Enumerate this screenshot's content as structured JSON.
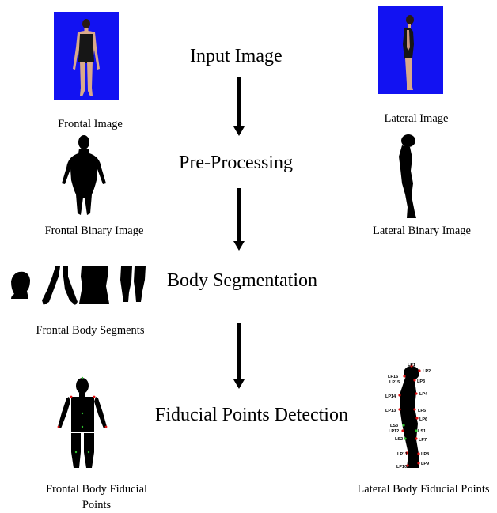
{
  "stages": [
    {
      "title": "Input Image"
    },
    {
      "title": "Pre-Processing"
    },
    {
      "title": "Body Segmentation"
    },
    {
      "title": "Fiducial Points Detection"
    }
  ],
  "captions": {
    "frontal_image": "Frontal Image",
    "lateral_image": "Lateral Image",
    "frontal_binary": "Frontal Binary Image",
    "lateral_binary": "Lateral Binary Image",
    "frontal_segments": "Frontal Body Segments",
    "frontal_fiducial": "Frontal Body Fiducial Points",
    "lateral_fiducial": "Lateral Body Fiducial Points"
  },
  "lateral_point_labels": [
    "LP1",
    "LP2",
    "LP16",
    "LP15",
    "LP3",
    "LP14",
    "LP4",
    "LP13",
    "LP5",
    "LP6",
    "LS3",
    "LP12",
    "LS1",
    "LS2",
    "LP7",
    "LP11",
    "LP8",
    "LP10",
    "LP9"
  ],
  "colors": {
    "photo_background": "#1212f2",
    "silhouette": "#000000",
    "marker": "#e01010",
    "marker_alt": "#2ec02e"
  }
}
